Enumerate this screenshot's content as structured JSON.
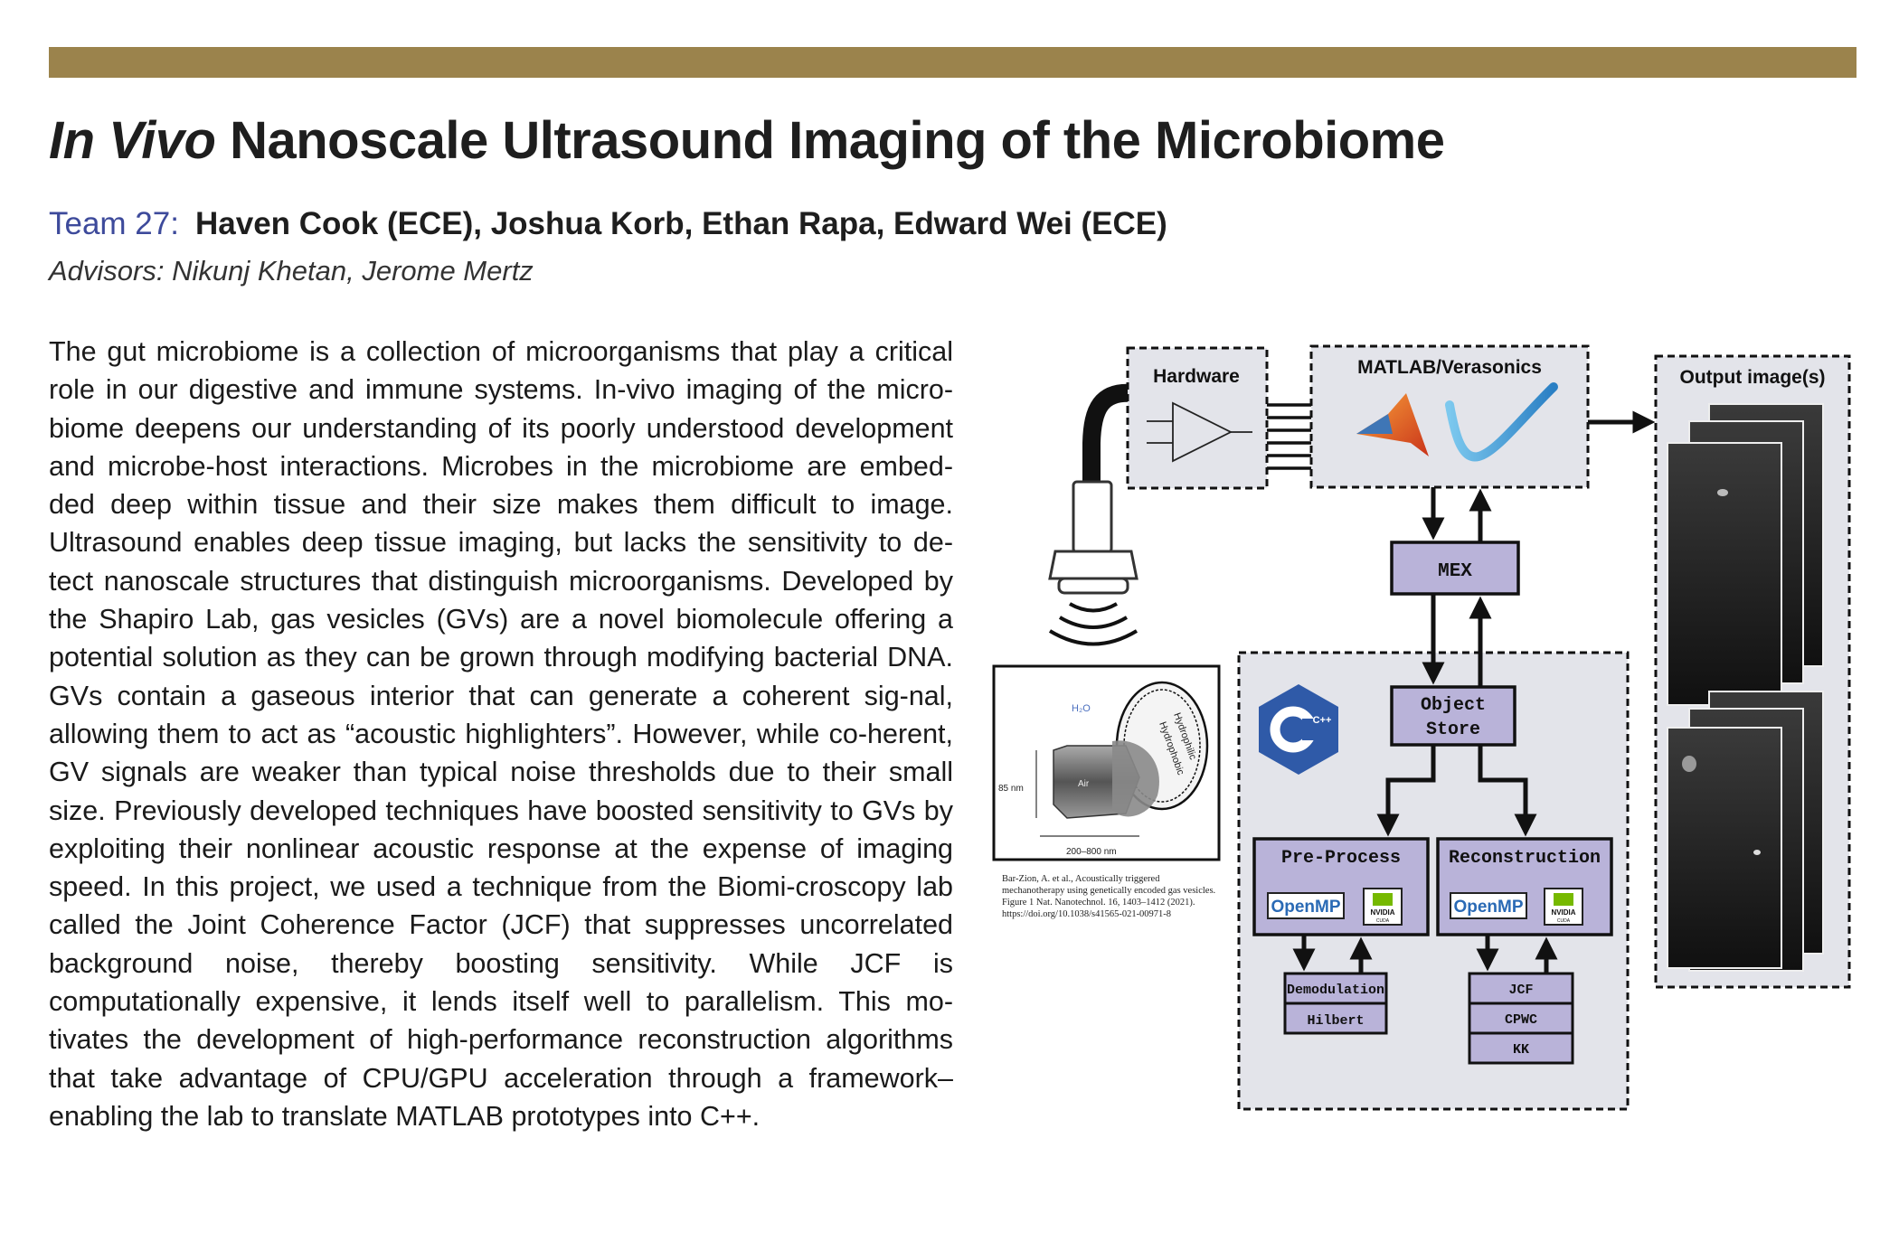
{
  "header": {
    "title_italic": "In Vivo",
    "title_rest": " Nanoscale Ultrasound Imaging of the Microbiome",
    "team_label": "Team 27",
    "team_colon": ":",
    "team_members": "Haven Cook (ECE), Joshua Korb, Ethan Rapa, Edward Wei (ECE)",
    "advisors": "Advisors: Nikunj Khetan, Jerome Mertz",
    "bar_color": "#9b834c"
  },
  "abstract": "The gut microbiome is a collection of microorganisms that play a critical role in our digestive and immune systems. In-vivo imaging of the micro-biome deepens our understanding of its poorly understood development and microbe-host interactions. Microbes in the microbiome are embed-ded deep within tissue and their size makes them difficult to image. Ultrasound enables deep tissue imaging, but lacks the sensitivity to de-tect nanoscale structures that distinguish microorganisms. Developed by the Shapiro Lab, gas vesicles (GVs) are a novel biomolecule offering a potential solution as they can be grown through modifying bacterial DNA. GVs contain a gaseous interior that can generate a coherent sig-nal, allowing them to act as “acoustic highlighters”. However, while co-herent, GV signals are weaker than typical noise thresholds due to their small size. Previously developed techniques have boosted sensitivity to GVs by exploiting their nonlinear acoustic response at the expense of imaging speed. In this project, we used a technique from the Biomi-croscopy lab called the Joint Coherence Factor (JCF) that suppresses uncorrelated background noise, thereby boosting sensitivity. While JCF is computationally expensive, it lends itself well to parallelism. This mo-tivates the development of high-performance reconstruction algorithms that take advantage of CPU/GPU acceleration through a framework–enabling the lab to translate MATLAB prototypes into C++.",
  "diagram": {
    "hardware": "Hardware",
    "matlab": "MATLAB/Verasonics",
    "output": "Output image(s)",
    "mex": "MEX",
    "object_store_1": "Object",
    "object_store_2": "Store",
    "preprocess": "Pre-Process",
    "reconstruction": "Reconstruction",
    "openmp": "OpenMP",
    "nvidia": "NVIDIA",
    "cuda": "CUDA",
    "demodulation": "Demodulation",
    "hilbert": "Hilbert",
    "jcf": "JCF",
    "cpwc": "CPWC",
    "kk": "KK",
    "cpp": "C++",
    "gv_h2o": "H₂O",
    "gv_air": "Air",
    "gv_hydrophilic": "Hydrophilic",
    "gv_hydrophobic": "Hydrophobic",
    "gv_height": "85 nm",
    "gv_width": "200–800 nm",
    "citation": "Bar-Zion, A. et al., Acoustically triggered mechanotherapy using genetically encoded gas vesicles. Figure 1 Nat. Nanotechnol. 16, 1403–1412 (2021). https://doi.org/10.1038/s41565-021-00971-8",
    "box_fill": "#b9b3d9",
    "panel_fill": "#e3e4ea"
  }
}
